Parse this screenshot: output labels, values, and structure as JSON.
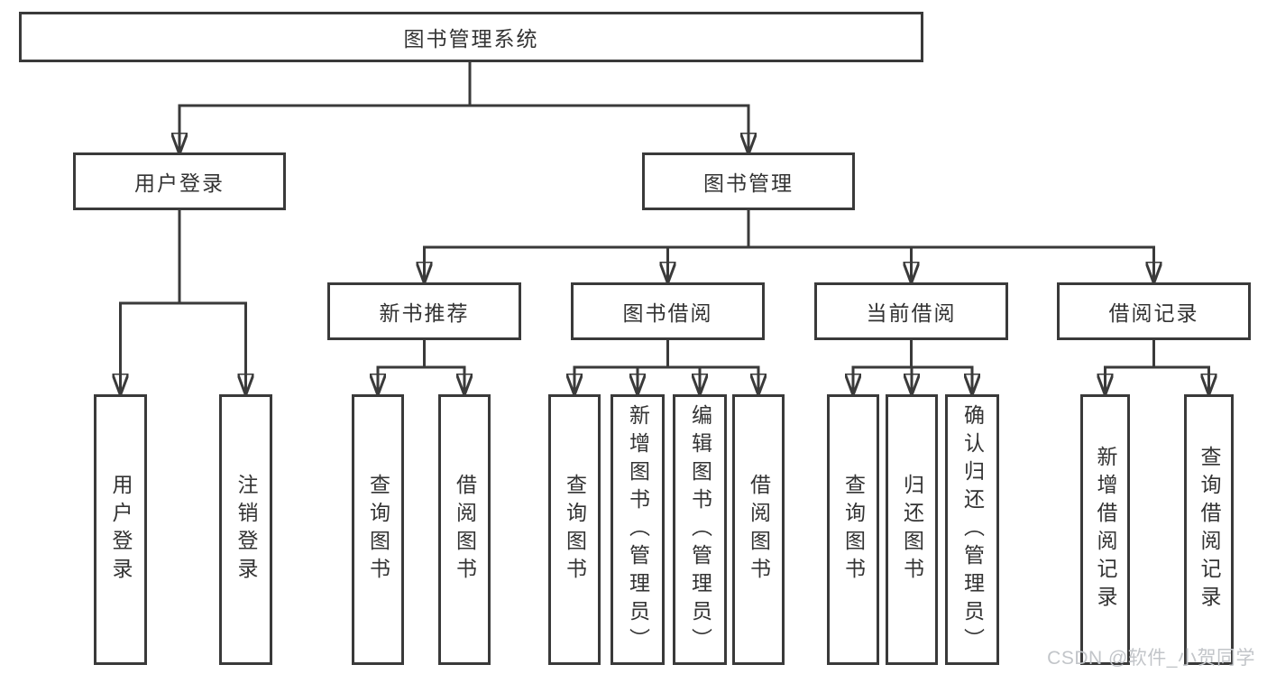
{
  "diagram": {
    "root_label": "图书管理系统",
    "level2": {
      "user_login": "用户登录",
      "book_management": "图书管理"
    },
    "level3": {
      "new_book_recommend": "新书推荐",
      "book_borrow": "图书借阅",
      "current_borrow": "当前借阅",
      "borrow_record": "借阅记录"
    },
    "leaves": {
      "user_login": [
        "用户登录",
        "注销登录"
      ],
      "new_book_recommend": [
        "查询图书",
        "借阅图书"
      ],
      "book_borrow": [
        "查询图书",
        "新增图书（管理员）",
        "编辑图书（管理员）",
        "借阅图书"
      ],
      "current_borrow": [
        "查询图书",
        "归还图书",
        "确认归还（管理员）"
      ],
      "borrow_record": [
        "新增借阅记录",
        "查询借阅记录"
      ]
    },
    "watermark": "CSDN @软件_小贺同学",
    "colors": {
      "line": "#3a3a3a",
      "box_border": "#3a3a3a",
      "text": "#333333",
      "watermark": "#c2c5c9",
      "background": "#ffffff"
    }
  }
}
